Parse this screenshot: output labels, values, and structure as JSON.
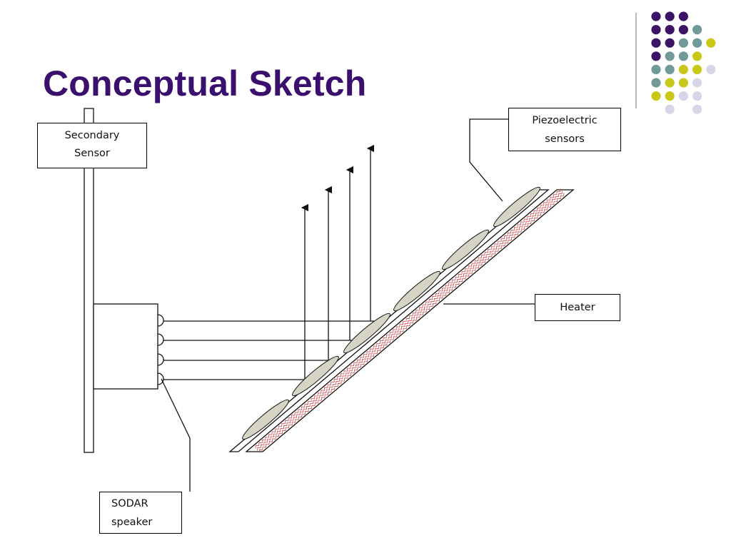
{
  "slide": {
    "title": "Conceptual Sketch"
  },
  "labels": {
    "secondary_sensor": {
      "line1": "Secondary",
      "line2": "Sensor"
    },
    "piezoelectric": {
      "line1": "Piezoelectric",
      "line2": "sensors"
    },
    "heater": {
      "text": "Heater"
    },
    "sodar": {
      "line1": "SODAR",
      "line2": "speaker"
    }
  },
  "colors": {
    "title": "#3b0f6e",
    "dot_purple": "#3b1466",
    "dot_teal": "#6f9a98",
    "dot_yellow": "#c9c81a",
    "dot_lavender": "#d6d6e8",
    "sensor_fill": "#d6d4c4",
    "heater_wave": "#d24a4a"
  },
  "decoration": {
    "dot_grid": [
      [
        "p",
        "p",
        "p",
        "",
        "",
        ""
      ],
      [
        "p",
        "p",
        "p",
        "t",
        "",
        ""
      ],
      [
        "p",
        "p",
        "t",
        "t",
        "y",
        ""
      ],
      [
        "p",
        "t",
        "t",
        "y",
        "",
        ""
      ],
      [
        "t",
        "t",
        "y",
        "y",
        "l",
        ""
      ],
      [
        "t",
        "y",
        "y",
        "l",
        "",
        ""
      ],
      [
        "y",
        "y",
        "l",
        "l",
        "",
        ""
      ],
      [
        "",
        "l",
        "",
        "l",
        "",
        ""
      ]
    ]
  }
}
